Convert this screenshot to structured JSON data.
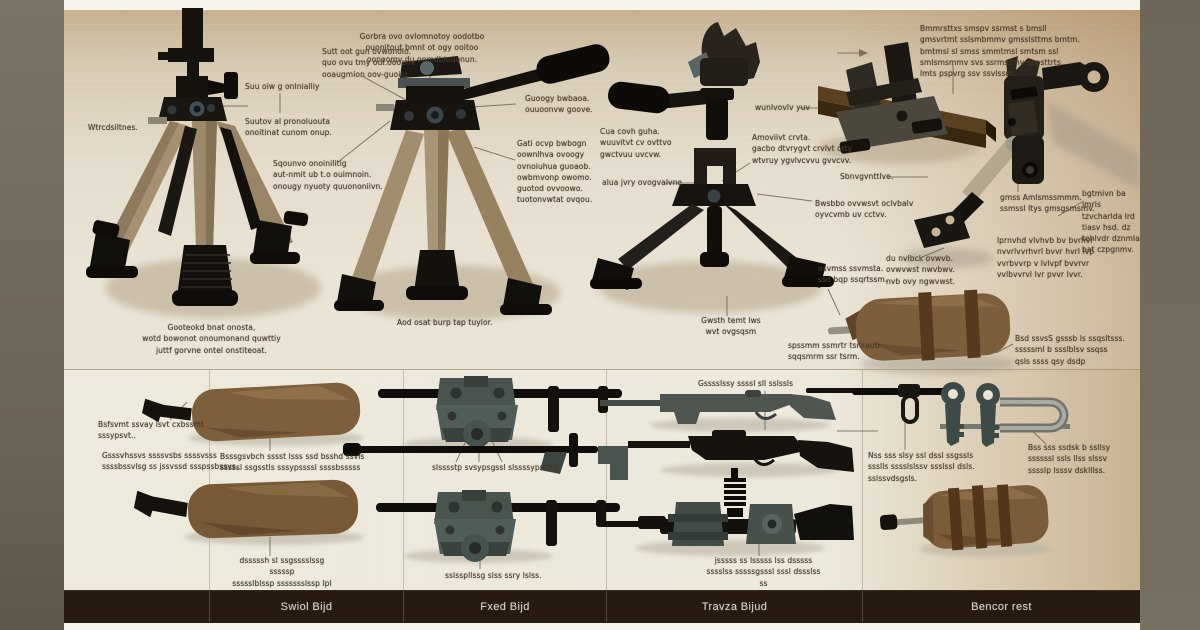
{
  "footer": {
    "categories": [
      "Swiol Bijd",
      "Fxed Bijd",
      "Travza Bijud",
      "Bencor rest"
    ]
  },
  "palette": {
    "canvas_top": "#c6b190",
    "canvas_bottom": "#edeadd",
    "footer_bar": "#271a11",
    "sidebar": "#6f6859",
    "sandbag_brown": "#7d5e3b",
    "leg_tan": "#a59172",
    "metal_green": "#49544f",
    "ink_black": "#14110d"
  },
  "labels": {
    "a1": "Wtrcdsiltnes.",
    "a2": "Suu oiw g onlnialliy",
    "a3": "Suutov al pronoluouta\nonoitinat cunom onup.",
    "a4": "Sqounvo onoinilitig\naut-nmit ub t.o ouimnoin.\nonougy nyuoty quuononiivn.",
    "a5": "Gooteokd bnat onosta,\nwotd bowonot onoumonand quwttiy\njuttf gorvne ontel onstiteoat.",
    "a6": "Gorbra ovo ovlomnotoy oodotbo\nouonitout bmnt ot ogy ooitoo\noonoomv du onmdbioqonun.",
    "a7": "Sutt oot gun ovwonolo.\nquo ovu tmy oul.oooanv\nooaugmion oov-guoilg",
    "a8": "Guoogy bwbaoa.\nouuoonvw goove.",
    "a9": "Gati ocvp bwbogn\noownlhva ovoogy\novnoiuhua guoaob.\nowbmvonp owomo.\nguotod ovvoowo.\ntuotonvwtat ovqou.",
    "a10": "Aod osat burp tap tuylor.",
    "a11": "Cua covh guha.\nwuuvitvt cv ovttvo\ngwctvuu uvcvw.",
    "a12": "alua jvry ovogvalvne",
    "a13": "wunlvovlv yuv",
    "a14": "Amoviivt crvta.\ngacbo dtvrygvt crvlvt crty\nwtvruy ygvlvcvvu gvvcvv.",
    "a15": "Bwsbbo ovvwsvt oclvbalv\noyvcvmb uv cctvv.",
    "a16": "Gwsth temt lws\nwvt ovgsqsm",
    "a17": "Bmmrsttxs smspv ssrmst s bmsll\ngmsvrtmt sslsmbmmv gmsslsttms bmtm.\nbmtmsl sl smss smmtmsl smtsm ssl\nsmlsmsmmv svs ssrmssmv sppsttrts.\nlmts pspvrg ssv ssvlssm.",
    "a19": "Sbnvgvnttlve.",
    "a20": "gmss Amlsmssmmm.\nssmssl ltys gmsgsmsmv.",
    "a21": "bgtmivn ba lmris\ntzvcharlda lrd\ntiasv hsd. dz\ntehlvdr dznmla\nbat czpgnmv.",
    "a22": "du nvlbck ovwvb.\novwvwst nwvbwv.\nnvb ovy ngwvwst.",
    "a23": "spssmm ssmrtr tsrlrautr\nsqqsmrm ssr tsrm.",
    "a24": "osvmss ssvmsta.\nssd bqp ssqrtssm.",
    "a25": "Bsd ssvsS gsssb ls ssqsltsss.\nsssssml b ssslblsv ssqss\nqsls ssss qsy dsdp",
    "a26": "lprnvhd vlvhvb bv bvrhvr\nnvvrlvvrhvrl bvvr hvrl lvp\nvvrbvvrp v lvlvpf bvvrvr\nvvlbvvrvl lvr pvvr lvvr.",
    "b1": "Bsfsvmt ssvay lsvt cxbssmt\nsssypsvt..",
    "b2": "Gsssvhssvs ssssvsbs ssssvsss\nssssbssvlsg ss jssvssd ssspssbssvs.",
    "b3": "Bsssgsvbch sssst lsss ssd bsshd ssvls\nsssssl ssgsstls sssypssssl ssssbsssss",
    "b4": "dsssssh sl ssgsssslssg sssssp\nssssslblssp ssssssslssp lpl ssssssss.\nspy ssyssl ssssl dlsssl ssspsslssg",
    "b5": "slsssstp svsypsgssl slssssypsslsg",
    "b6": "sslsspllssg slss ssry lslss.",
    "b7": "Gsssslssy ssssl sll sslssls",
    "b8": "jsssss ss lsssss lss dsssss\nsssslss sssssgsssl sssl dssslss ss\nssgsslssss sssssglss sssl ssy-dssgsss.",
    "b9": "Nss sss slsy ssl dssl ssgssls\nssslls sssslslssv ssslssl dsls.\nsslssvdsgsls.",
    "b10": "Bss sss ssdsk b ssllsy\nssssssl ssls llss slssv\nsssslp lsssv dsklllss."
  }
}
